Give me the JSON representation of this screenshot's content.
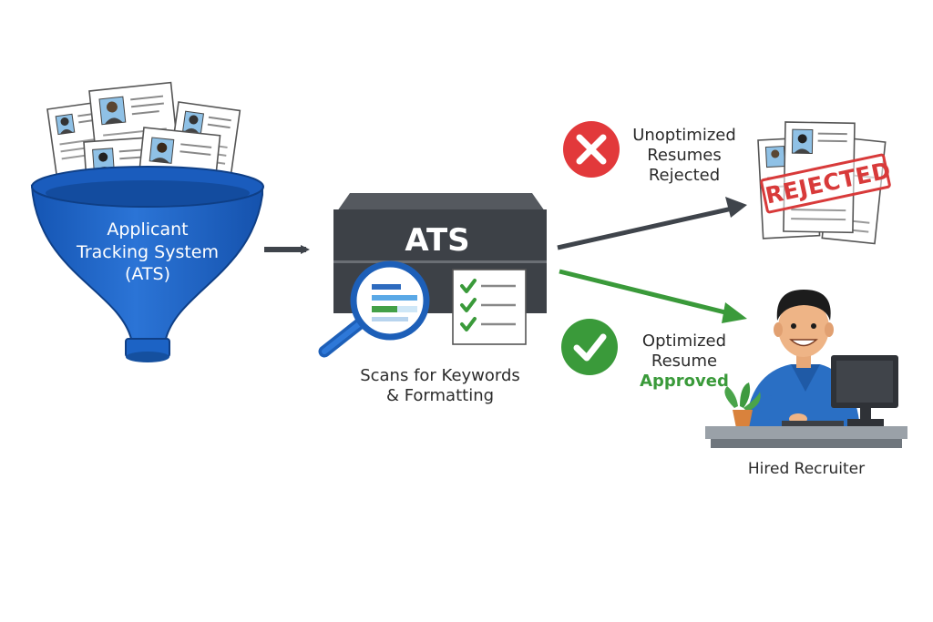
{
  "funnel": {
    "line1": "Applicant",
    "line2": "Tracking System",
    "line3": "(ATS)"
  },
  "ats_box": {
    "title": "ATS",
    "caption_line1": "Scans for Keywords",
    "caption_line2": "& Formatting"
  },
  "rejected": {
    "line1": "Unoptimized",
    "line2": "Resumes",
    "line3": "Rejected",
    "stamp": "REJECTED"
  },
  "approved": {
    "line1": "Optimized",
    "line2": "Resume",
    "line3": "Approved"
  },
  "recruiter": {
    "label": "Hired Recruiter"
  },
  "colors": {
    "funnel_blue": "#1c63c5",
    "ats_dark": "#3d4147",
    "reject_red": "#e2393b",
    "approve_green": "#3a9a3a",
    "arrow_gray": "#3f444b"
  },
  "icons": [
    "resume-icon",
    "funnel-icon",
    "magnifier-icon",
    "checklist-icon",
    "x-icon",
    "check-icon",
    "rejected-stamp-icon",
    "recruiter-icon",
    "monitor-icon",
    "plant-icon"
  ]
}
